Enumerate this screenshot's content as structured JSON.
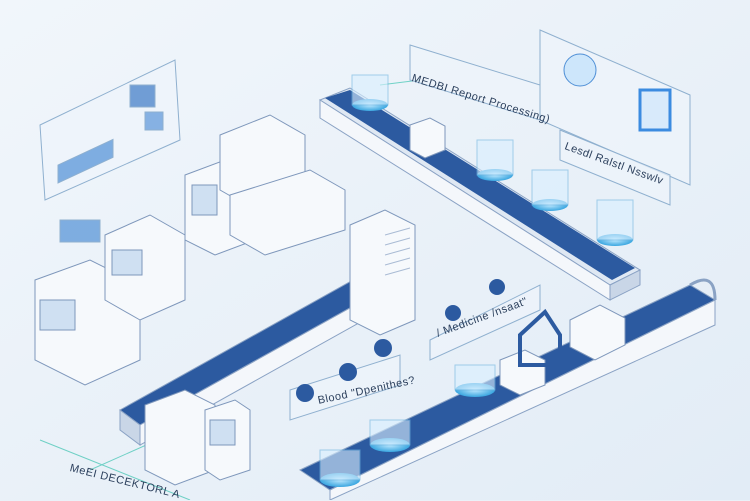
{
  "labels": {
    "report_processing": "MEDBI Report Processing)",
    "result_module": "Lesdl Ralstl Nsswlv",
    "medicine_insert": "/ Medicine /nsaat\"",
    "blood_dispenser": "Blood \"Dpenithes?",
    "main_detector": "MeEI DECEKTORL A"
  },
  "colors": {
    "background": "#eaf1f8",
    "belt": "#2c5aa0",
    "accent": "#4fb3e8",
    "line": "#3cc3b0"
  }
}
